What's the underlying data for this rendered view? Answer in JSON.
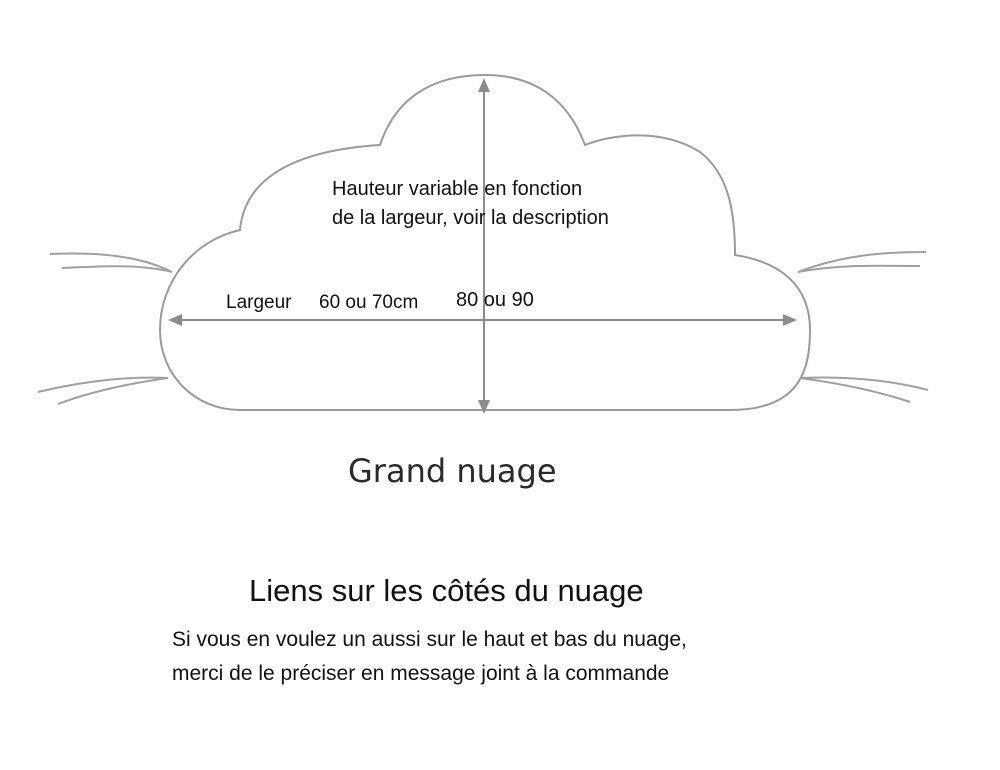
{
  "colors": {
    "outline": "#9a9a9a",
    "arrow": "#8c8c8c",
    "text": "#111111"
  },
  "diagram": {
    "height_note_line1": "Hauteur variable en fonction",
    "height_note_line2": "de la largeur, voir la description",
    "width_label": "Largeur",
    "width_small": "60 ou 70cm",
    "width_large": "80 ou 90"
  },
  "caption": {
    "title": "Grand nuage",
    "subtitle": "Liens sur les côtés du nuage",
    "note_line1": "Si vous en voulez un aussi sur le haut et bas du nuage,",
    "note_line2": "merci de le préciser en message joint à la commande"
  }
}
